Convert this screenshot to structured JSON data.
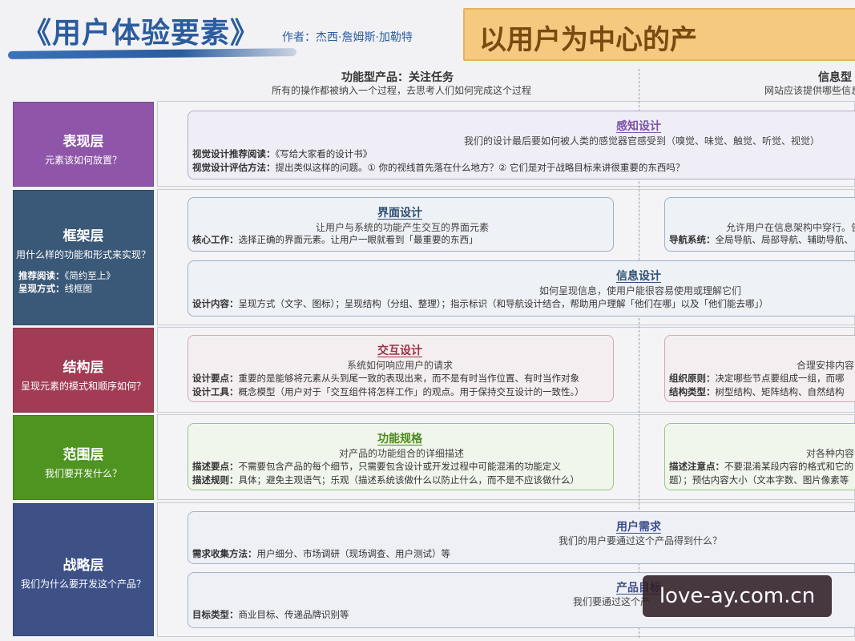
{
  "header": {
    "title": "《用户体验要素》",
    "author": "作者：杰西·詹姆斯·加勒特",
    "banner": "以用户为中心的产"
  },
  "columns": {
    "left": {
      "title": "功能型产品：关注任务",
      "subtitle": "所有的操作都被纳入一个过程，去思考人们如何完成这个过程"
    },
    "right": {
      "title": "信息型",
      "subtitle": "网站应该提供哪些信息"
    }
  },
  "layers": {
    "surface": {
      "name": "表现层",
      "question": "元素该如何放置？",
      "color": "#8e55a8"
    },
    "skeleton": {
      "name": "框架层",
      "question": "用什么样的功能和形式来实现？",
      "reading_label": "推荐阅读：",
      "reading": "《简约至上》",
      "method_label": "呈现方式：",
      "method": "线框图",
      "color": "#3a5877"
    },
    "structure": {
      "name": "结构层",
      "question": "呈现元素的模式和顺序如何？",
      "color": "#a23c55"
    },
    "scope": {
      "name": "范围层",
      "question": "我们要开发什么？",
      "color": "#4f9421"
    },
    "strategy": {
      "name": "战略层",
      "question": "我们为什么要开发这个产品？",
      "color": "#3e5187"
    }
  },
  "cards": {
    "sensory": {
      "title": "感知设计",
      "subtitle": "我们的设计最后要如何被人类的感觉器官感受到（嗅觉、味觉、触觉、听觉、视觉）",
      "l1_label": "视觉设计推荐阅读：",
      "l1": "《写给大家看的设计书》",
      "l2_label": "视觉设计评估方法：",
      "l2": "提出类似这样的问题。① 你的视线首先落在什么地方？② 它们是对于战略目标来讲很重要的东西吗？"
    },
    "interface": {
      "title": "界面设计",
      "subtitle": "让用户与系统的功能产生交互的界面元素",
      "l1_label": "核心工作：",
      "l1": "选择正确的界面元素。让用户一眼就看到「最重要的东西」"
    },
    "navigation": {
      "subtitle": "允许用户在信息架构中穿行。告",
      "l1_label": "导航系统：",
      "l1": "全局导航、局部导航、辅助导航、"
    },
    "information": {
      "title": "信息设计",
      "subtitle": "如何呈现信息，使用户能很容易使用或理解它们",
      "l1_label": "设计内容：",
      "l1": "呈现方式（文字、图标）；呈现结构（分组、整理）；指示标识（和导航设计结合，帮助用户理解「他们在哪」以及「他们能去哪」）"
    },
    "interaction": {
      "title": "交互设计",
      "subtitle": "系统如何响应用户的请求",
      "l1_label": "设计要点：",
      "l1": "重要的是能够将元素从头到尾一致的表现出来，而不是有时当作位置、有时当作对象",
      "l2_label": "设计工具：",
      "l2": "概念模型（用户对于「交互组件将怎样工作」的观点。用于保持交互设计的一致性。）"
    },
    "info_arch": {
      "subtitle": "合理安排内容",
      "l1_label": "组织原则：",
      "l1": "决定哪些节点要组成一组，而哪",
      "l2_label": "结构类型：",
      "l2": "树型结构、矩阵结构、自然结构"
    },
    "functional": {
      "title": "功能规格",
      "subtitle": "对产品的功能组合的详细描述",
      "l1_label": "描述要点：",
      "l1": "不需要包含产品的每个细节，只需要包含设计或开发过程中可能混淆的功能定义",
      "l2_label": "描述规则：",
      "l2": "具体；避免主观语气；乐观（描述系统该做什么以防止什么，而不是不应该做什么）"
    },
    "content_req": {
      "subtitle": "对各种内容",
      "l1_label": "描述注意点：",
      "l1": "不要混淆某段内容的格式和它的",
      "l2": "题）；预估内容大小（文本字数、图片像素等"
    },
    "user_needs": {
      "title": "用户需求",
      "subtitle": "我们的用户要通过这个产品得到什么？",
      "l1_label": "需求收集方法：",
      "l1": "用户细分、市场调研（现场调查、用户测试）等"
    },
    "product_goals": {
      "title": "产品目标",
      "subtitle": "我们要通过这个产",
      "l1_label": "目标类型：",
      "l1": "商业目标、传递品牌识别等"
    }
  },
  "watermark": "love-ay.com.cn"
}
